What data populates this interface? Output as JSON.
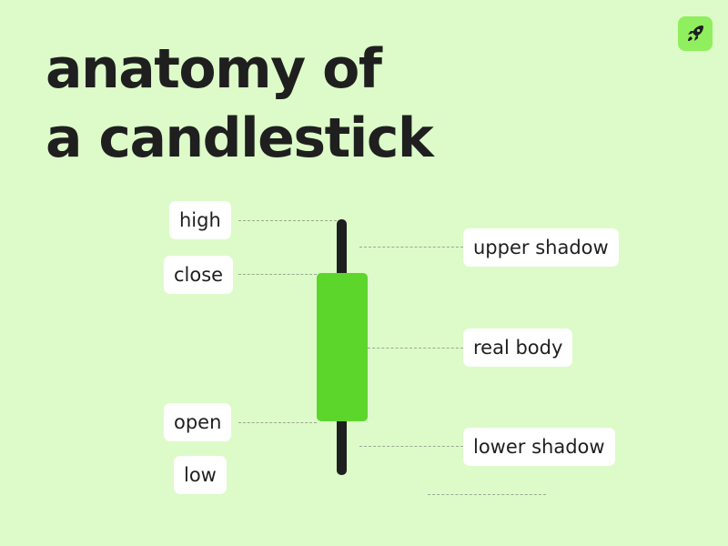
{
  "title": {
    "line1": "anatomy of",
    "line2": "a candlestick"
  },
  "logo": {
    "icon": "rocket-icon"
  },
  "colors": {
    "background": "#ddfbc9",
    "body": "#5dd62c",
    "wick": "#1f1f1f"
  },
  "labels": {
    "high": "high",
    "close": "close",
    "open": "open",
    "low": "low",
    "upper_shadow": "upper shadow",
    "real_body": "real body",
    "lower_shadow": "lower shadow"
  }
}
